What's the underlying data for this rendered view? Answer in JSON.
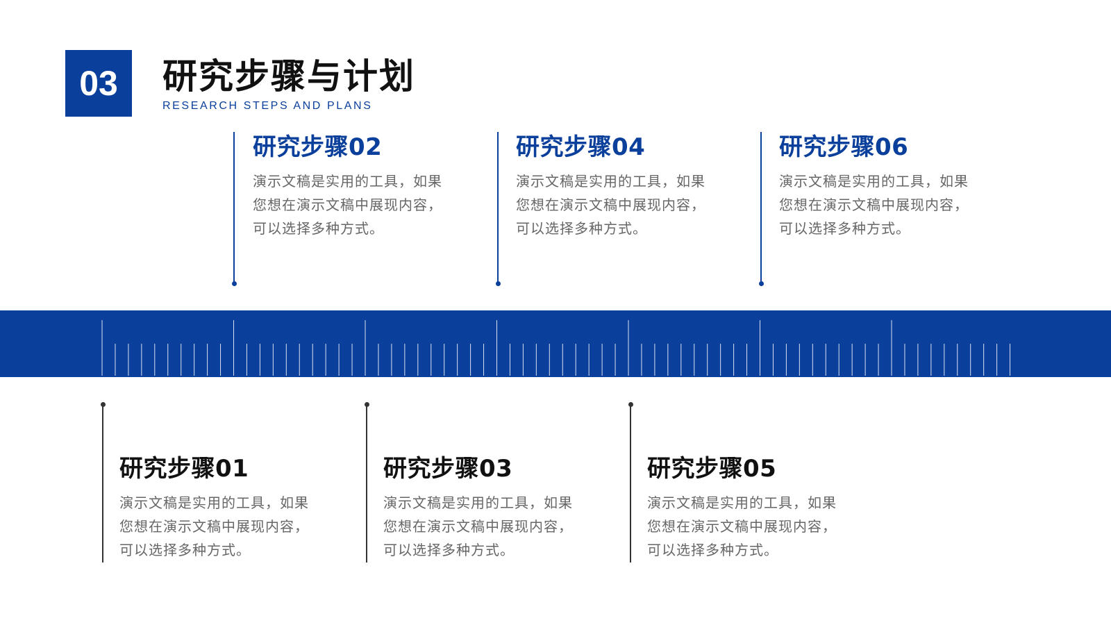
{
  "header": {
    "number": "03",
    "title": "研究步骤与计划",
    "subtitle": "RESEARCH STEPS AND PLANS"
  },
  "colors": {
    "accent": "#0a3f9b",
    "title_dark": "#111111",
    "body_gray": "#666666",
    "line_top": "#0a3f9b",
    "line_bottom": "#333333"
  },
  "steps_top": [
    {
      "title": "研究步骤02",
      "desc": "演示文稿是实用的工具，如果您想在演示文稿中展现内容，可以选择多种方式。"
    },
    {
      "title": "研究步骤04",
      "desc": "演示文稿是实用的工具，如果您想在演示文稿中展现内容，可以选择多种方式。"
    },
    {
      "title": "研究步骤06",
      "desc": "演示文稿是实用的工具，如果您想在演示文稿中展现内容，可以选择多种方式。"
    }
  ],
  "steps_bottom": [
    {
      "title": "研究步骤01",
      "desc": "演示文稿是实用的工具，如果您想在演示文稿中展现内容，可以选择多种方式。"
    },
    {
      "title": "研究步骤03",
      "desc": "演示文稿是实用的工具，如果您想在演示文稿中展现内容，可以选择多种方式。"
    },
    {
      "title": "研究步骤05",
      "desc": "演示文稿是实用的工具，如果您想在演示文稿中展现内容，可以选择多种方式。"
    }
  ]
}
